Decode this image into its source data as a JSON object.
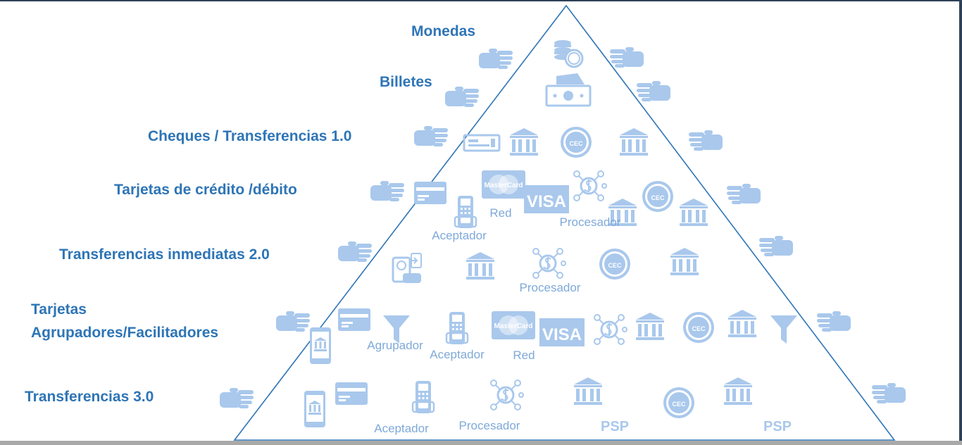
{
  "levels": [
    {
      "label": "Monedas"
    },
    {
      "label": "Billetes"
    },
    {
      "label": "Cheques / Transferencias 1.0"
    },
    {
      "label": "Tarjetas de crédito /débito"
    },
    {
      "label": "Transferencias inmediatas 2.0"
    },
    {
      "label": "Tarjetas\nAgrupadores/Facilitadores"
    },
    {
      "label": "Transferencias 3.0"
    }
  ],
  "roles": {
    "acceptor": "Aceptador",
    "network": "Red",
    "processor": "Procesador",
    "aggregator": "Agrupador"
  },
  "marks": {
    "cec": "CEC",
    "mastercard": "MasterCard",
    "visa": "VISA",
    "psp": "PSP"
  },
  "colors": {
    "heading": "#2e75b6",
    "icon": "#a9c8ec",
    "icon_label": "#7fa9d9",
    "pyramid_line": "#2e75b6"
  }
}
